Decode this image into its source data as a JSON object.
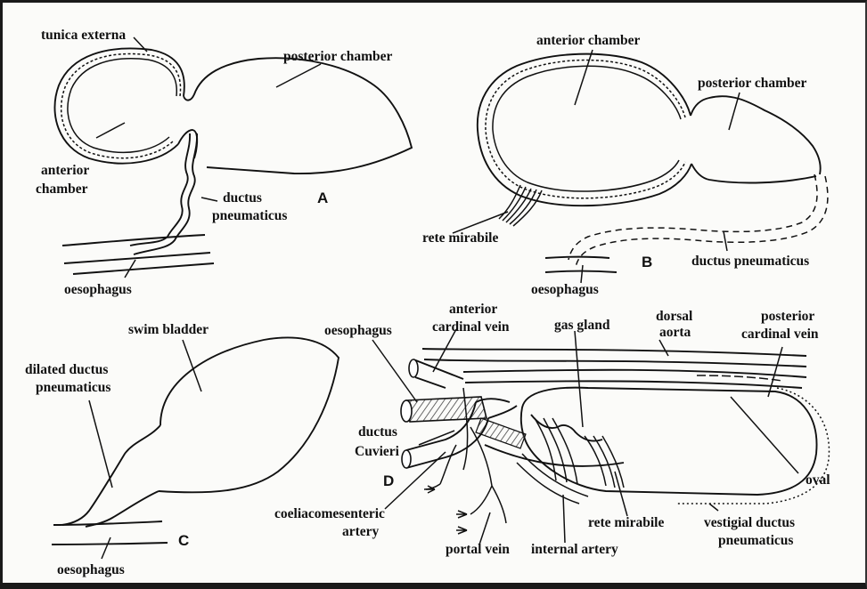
{
  "panels": {
    "A": {
      "letter": "A",
      "tunica_externa": "tunica externa",
      "posterior_chamber": "posterior chamber",
      "anterior_chamber_1": "anterior",
      "anterior_chamber_2": "chamber",
      "ductus_1": "ductus",
      "ductus_2": "pneumaticus",
      "oesophagus": "oesophagus"
    },
    "B": {
      "letter": "B",
      "anterior_chamber": "anterior chamber",
      "posterior_chamber": "posterior chamber",
      "rete_mirabile": "rete mirabile",
      "ductus_pneumaticus": "ductus pneumaticus",
      "oesophagus": "oesophagus"
    },
    "C": {
      "letter": "C",
      "swim_bladder": "swim bladder",
      "dilated_1": "dilated ductus",
      "dilated_2": "pneumaticus",
      "oesophagus": "oesophagus"
    },
    "D": {
      "letter": "D",
      "oesophagus": "oesophagus",
      "anterior_cardinal_1": "anterior",
      "anterior_cardinal_2": "cardinal vein",
      "gas_gland": "gas gland",
      "dorsal_aorta_1": "dorsal",
      "dorsal_aorta_2": "aorta",
      "posterior_cardinal_1": "posterior",
      "posterior_cardinal_2": "cardinal vein",
      "ductus_cuvieri_1": "ductus",
      "ductus_cuvieri_2": "Cuvieri",
      "coeliac_1": "coeliacomesenteric",
      "coeliac_2": "artery",
      "portal_vein": "portal vein",
      "internal_artery": "internal artery",
      "rete_mirabile": "rete mirabile",
      "oval": "oval",
      "vestigial_1": "vestigial ductus",
      "vestigial_2": "pneumaticus"
    }
  }
}
